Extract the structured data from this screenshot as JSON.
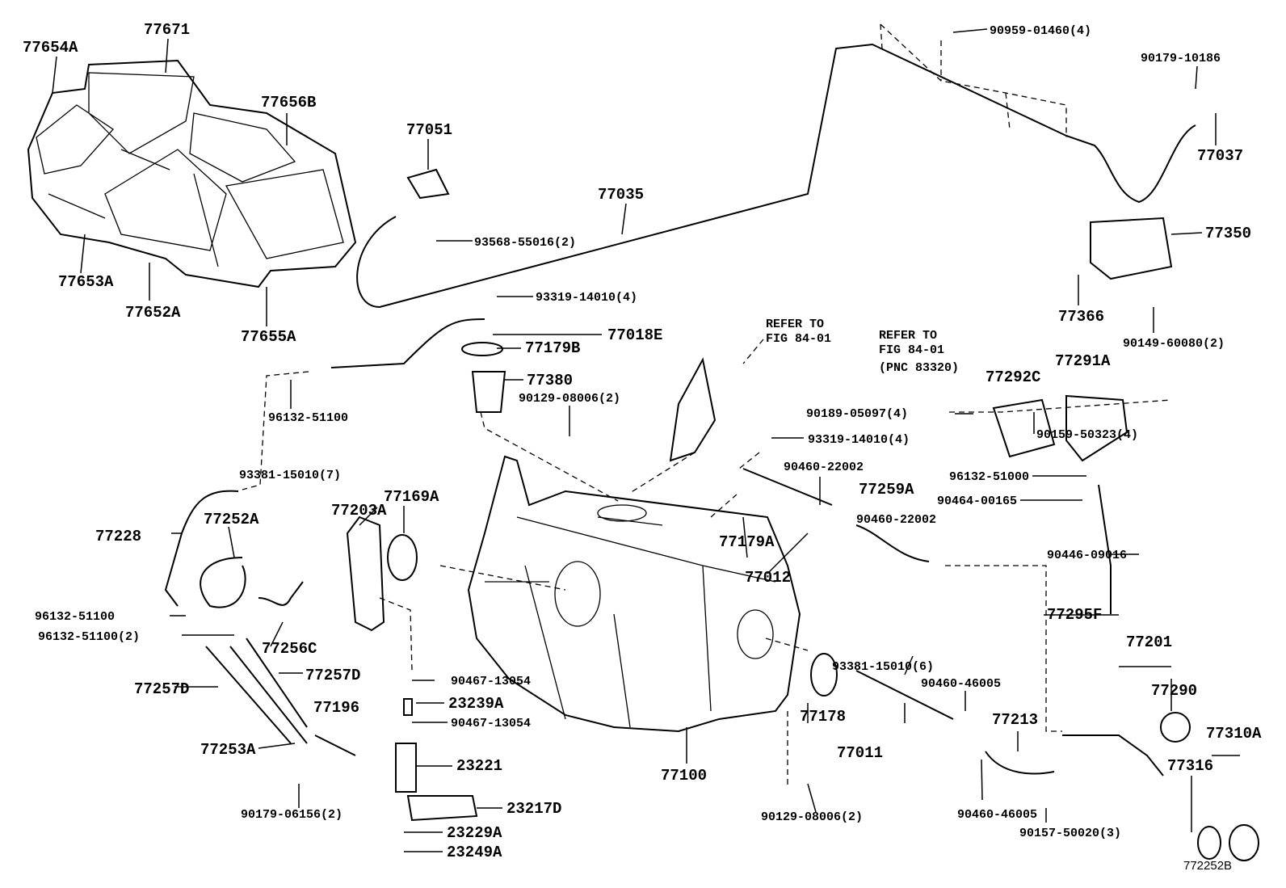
{
  "diagram": {
    "title_code": "772252B",
    "labels": [
      "77654A",
      "77671",
      "77656B",
      "77653A",
      "77652A",
      "77655A",
      "77051",
      "93568-55016(2)",
      "77035",
      "90959-01460(4)",
      "90179-10186",
      "77037",
      "77350",
      "77366",
      "90149-60080(2)",
      "93319-14010(4)",
      "77018E",
      "77179B",
      "77380",
      "90129-08006(2)",
      "96132-51100",
      "REFER TO",
      "FIG 84-01",
      "REFER TO",
      "FIG 84-01",
      "(PNC 83320)",
      "77292C",
      "77291A",
      "90189-05097(4)",
      "90159-50323(4)",
      "93319-14010(4)",
      "93381-15010(7)",
      "96132-51000",
      "90464-00165",
      "90460-22002",
      "77259A",
      "90460-22002",
      "77169A",
      "77203A",
      "77252A",
      "77228",
      "77179A",
      "77012",
      "90446-09016",
      "96132-51100",
      "96132-51100(2)",
      "77295F",
      "77256C",
      "93381-15010(6)",
      "77201",
      "77257D",
      "90467-13054",
      "90460-46005",
      "77257D",
      "77290",
      "23239A",
      "77196",
      "77178",
      "77213",
      "90467-13054",
      "77310A",
      "77253A",
      "77011",
      "77316",
      "23221",
      "77100",
      "90179-06156(2)",
      "23217D",
      "90460-46005",
      "90129-08006(2)",
      "90157-50020(3)",
      "23229A",
      "23249A"
    ]
  }
}
